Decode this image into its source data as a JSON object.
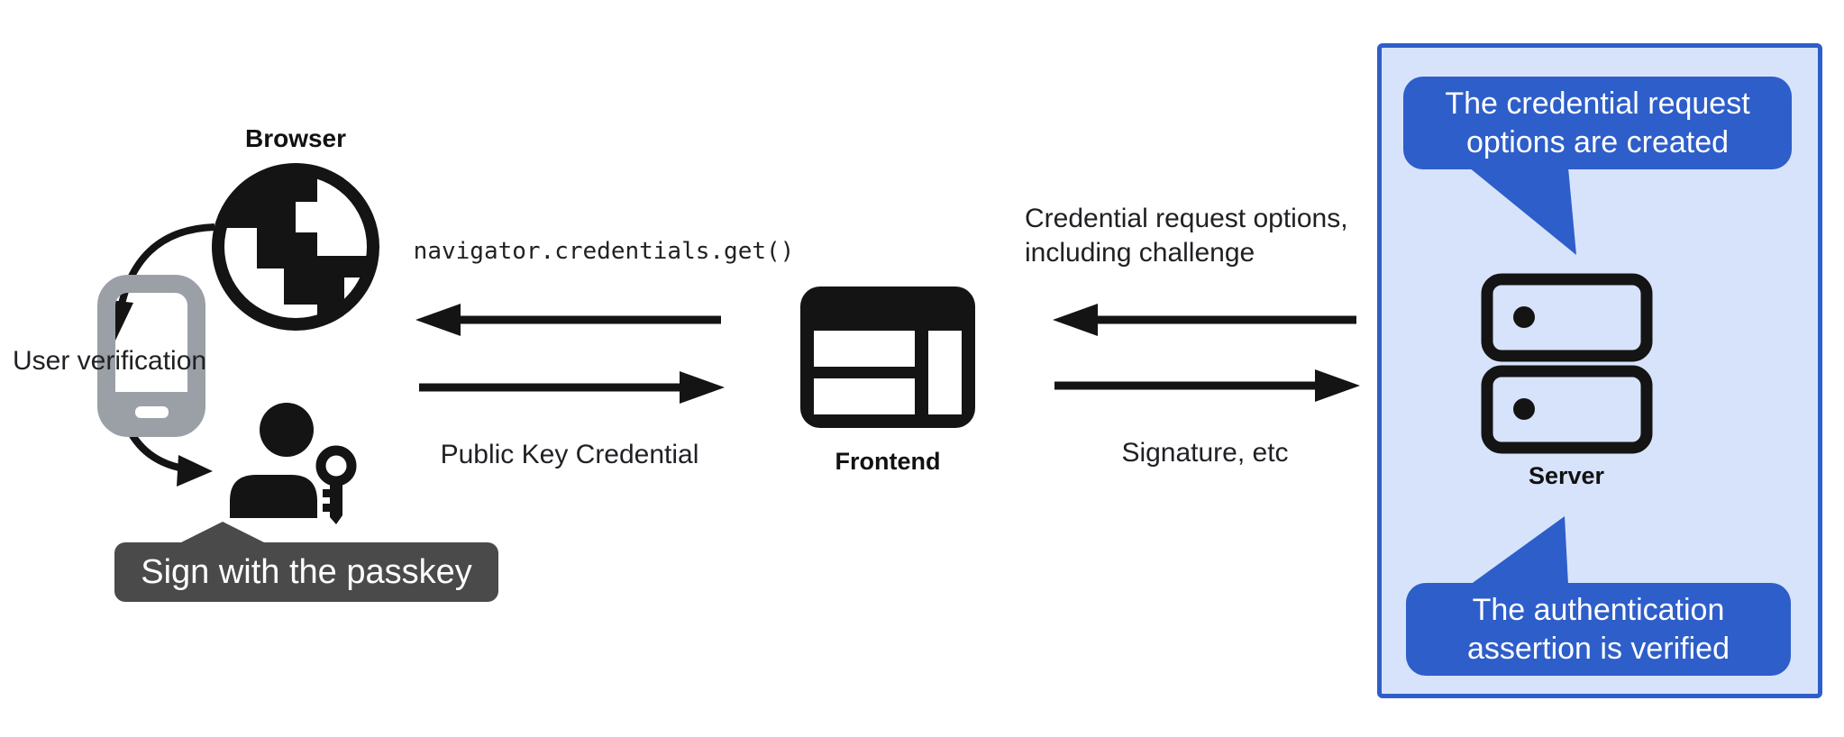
{
  "diagram": {
    "nodes": {
      "browser": {
        "label": "Browser",
        "icon": "globe-icon"
      },
      "user_verification": {
        "label": "User verification",
        "icon": "smartphone-icon"
      },
      "user": {
        "icon": "person-icon"
      },
      "passkey": {
        "icon": "key-icon"
      },
      "sign_with_passkey": {
        "label": "Sign with the passkey"
      },
      "frontend": {
        "label": "Frontend",
        "icon": "browser-window-icon"
      },
      "server": {
        "label": "Server",
        "icon": "server-stack-icon"
      }
    },
    "flows": {
      "get_call": {
        "label": "navigator.credentials.get()",
        "direction": "frontend-to-browser"
      },
      "public_key_credential": {
        "label": "Public Key Credential",
        "direction": "browser-to-frontend"
      },
      "credential_request_options": {
        "line1": "Credential request options,",
        "line2": "including challenge",
        "direction": "server-to-frontend"
      },
      "signature": {
        "label": "Signature, etc",
        "direction": "frontend-to-server"
      }
    },
    "callouts": {
      "request_created": {
        "line1": "The credential request",
        "line2": "options are created"
      },
      "assertion_verified": {
        "line1": "The authentication",
        "line2": "assertion is verified"
      }
    },
    "colors": {
      "callout_blue": "#2e5ec9",
      "panel_fill": "#d7e3fb",
      "panel_border": "#2e5ec9",
      "tooltip_gray": "#4a4a4a",
      "phone_gray": "#9aa0a6",
      "ink": "#141414",
      "background": "#ffffff"
    }
  }
}
